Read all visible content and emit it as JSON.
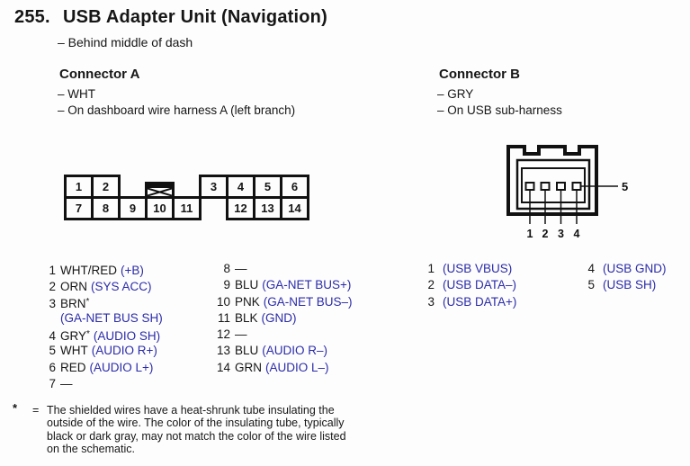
{
  "header": {
    "number": "255.",
    "title": "USB Adapter Unit (Navigation)",
    "location": "– Behind middle of dash"
  },
  "connector_a": {
    "title": "Connector A",
    "notes": [
      "– WHT",
      "– On dashboard wire harness A (left branch)"
    ],
    "diagram": {
      "pins_top": [
        "1",
        "2",
        "3",
        "4",
        "5",
        "6"
      ],
      "pins_bottom": [
        "7",
        "8",
        "9",
        "10",
        "11",
        "12",
        "13",
        "14"
      ],
      "latch_icon": "connector-lock-tab"
    },
    "pin_list_left": [
      {
        "num": "1",
        "color": "WHT/RED",
        "fn": "(+B)"
      },
      {
        "num": "2",
        "color": "ORN",
        "fn": "(SYS ACC)"
      },
      {
        "num": "3",
        "color": "BRN",
        "star": "*",
        "fn2": "(GA-NET BUS SH)"
      },
      {
        "num": "4",
        "color": "GRY",
        "star": "*",
        "fn": "(AUDIO SH)"
      },
      {
        "num": "5",
        "color": "WHT",
        "fn": "(AUDIO R+)"
      },
      {
        "num": "6",
        "color": "RED",
        "fn": "(AUDIO L+)"
      },
      {
        "num": "7",
        "color": "—"
      }
    ],
    "pin_list_right": [
      {
        "num": "8",
        "color": "—"
      },
      {
        "num": "9",
        "color": "BLU",
        "fn": "(GA-NET BUS+)"
      },
      {
        "num": "10",
        "color": "PNK",
        "fn": "(GA-NET BUS–)"
      },
      {
        "num": "11",
        "color": "BLK",
        "fn": "(GND)"
      },
      {
        "num": "12",
        "color": "—"
      },
      {
        "num": "13",
        "color": "BLU",
        "fn": "(AUDIO R–)"
      },
      {
        "num": "14",
        "color": "GRN",
        "fn": "(AUDIO L–)"
      }
    ]
  },
  "connector_b": {
    "title": "Connector B",
    "notes": [
      "– GRY",
      "– On USB sub-harness"
    ],
    "diagram": {
      "pins": [
        "1",
        "2",
        "3",
        "4"
      ],
      "shield_pin": "5"
    },
    "pin_list_left": [
      {
        "num": "1",
        "fn": "(USB VBUS)"
      },
      {
        "num": "2",
        "fn": "(USB DATA–)"
      },
      {
        "num": "3",
        "fn": "(USB DATA+)"
      }
    ],
    "pin_list_right": [
      {
        "num": "4",
        "fn": "(USB GND)"
      },
      {
        "num": "5",
        "fn": "(USB SH)"
      }
    ]
  },
  "footnote": {
    "symbol": "*",
    "equals": "=",
    "lines": [
      "The shielded wires have a heat-shrunk tube insulating the",
      "outside of the wire. The color of the insulating tube, typically",
      "black or dark gray, may not match the color of the wire listed",
      "on the schematic."
    ]
  },
  "colors": {
    "function_blue": "#2b2baa",
    "ink_black": "#161616"
  }
}
